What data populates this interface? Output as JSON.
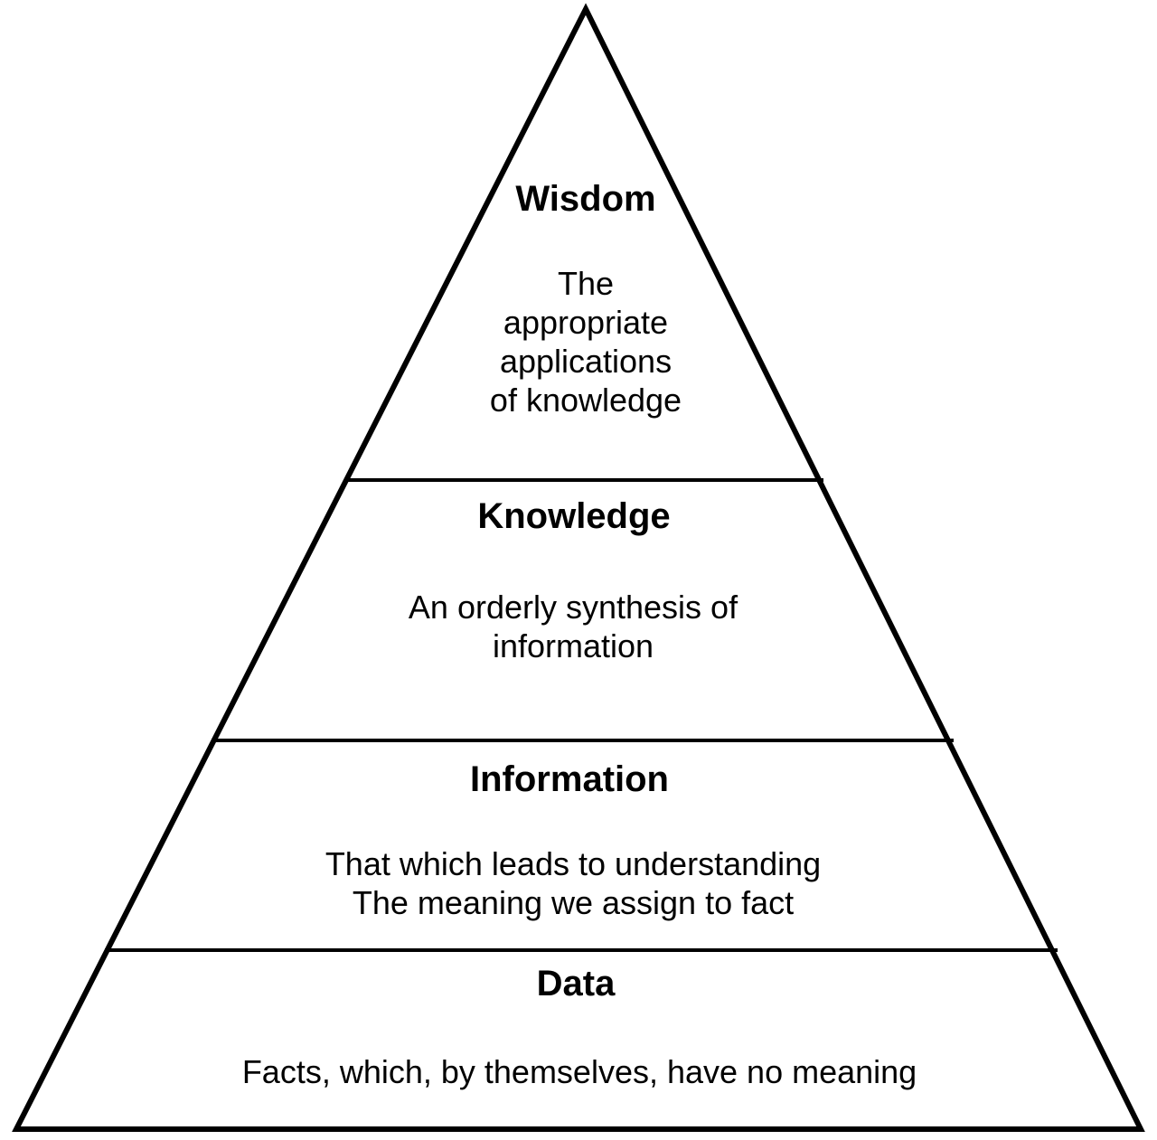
{
  "colors": {
    "stroke": "#000000",
    "background": "#ffffff",
    "text": "#000000"
  },
  "levels": [
    {
      "title": "Wisdom",
      "description": [
        "The",
        "appropriate",
        "applications",
        "of knowledge"
      ]
    },
    {
      "title": "Knowledge",
      "description": [
        "An orderly synthesis of",
        "information"
      ]
    },
    {
      "title": "Information",
      "description": [
        "That which leads to understanding",
        "The meaning we assign to fact"
      ]
    },
    {
      "title": "Data",
      "description": [
        "Facts, which, by themselves, have no meaning"
      ]
    }
  ]
}
